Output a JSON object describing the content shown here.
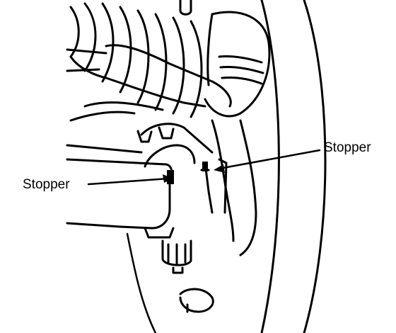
{
  "diagram": {
    "labels": [
      {
        "id": "left",
        "text": "Stopper"
      },
      {
        "id": "right",
        "text": "Stopper"
      }
    ],
    "colors": {
      "ink": "#000000",
      "paper": "#ffffff"
    }
  }
}
